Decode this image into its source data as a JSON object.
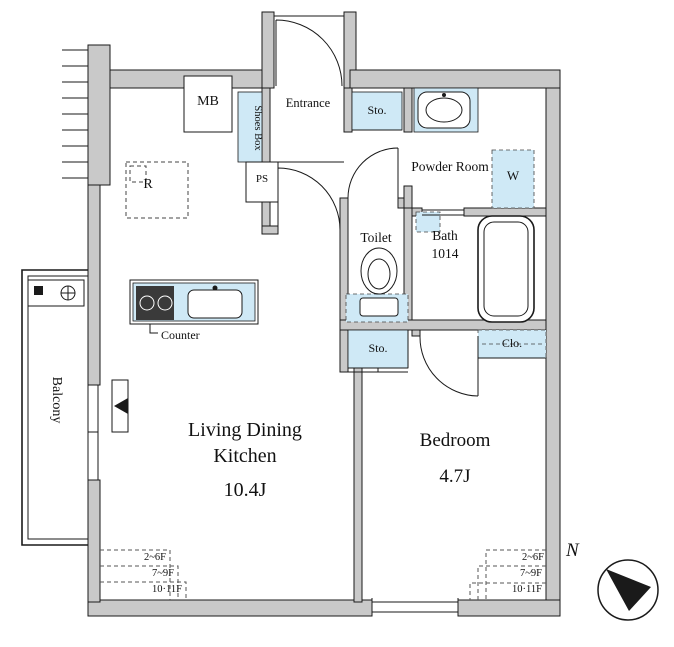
{
  "rooms": {
    "ldk": {
      "line1": "Living Dining",
      "line2": "Kitchen",
      "size": "10.4J"
    },
    "bedroom": {
      "name": "Bedroom",
      "size": "4.7J"
    },
    "balcony": {
      "name": "Balcony"
    },
    "entrance": {
      "name": "Entrance"
    },
    "powder_room": {
      "name": "Powder Room"
    },
    "toilet": {
      "name": "Toilet"
    },
    "bath": {
      "name": "Bath",
      "size": "1014"
    }
  },
  "fixtures": {
    "mb": "MB",
    "shoes_box": "Shoes Box",
    "ps": "PS",
    "refrigerator": "R",
    "storage_entrance": "Sto.",
    "storage_hall": "Sto.",
    "closet": "Clo.",
    "washer": "W",
    "counter": "Counter"
  },
  "floor_notes": {
    "left": [
      "2~6F",
      "7~9F",
      "10·11F"
    ],
    "right": [
      "2~6F",
      "7~9F",
      "10·11F"
    ]
  },
  "compass": {
    "north_label": "N"
  },
  "colors": {
    "fixture_blue": "#cfe9f6",
    "wall_gray": "#c9c9c9",
    "line": "#1a1a1a"
  }
}
